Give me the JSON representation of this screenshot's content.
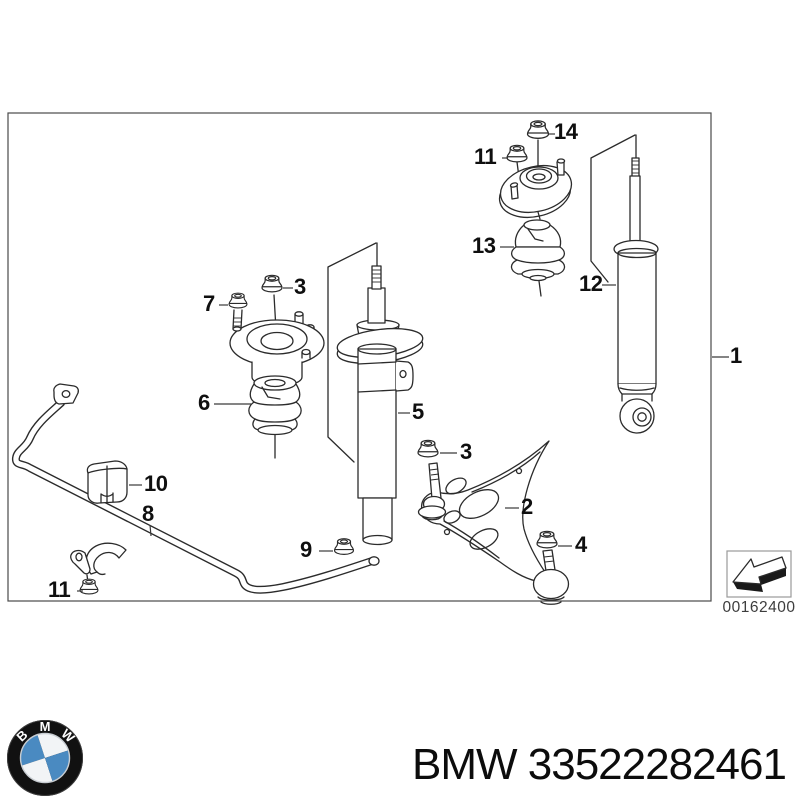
{
  "diagram": {
    "callouts": [
      {
        "id": "1",
        "label": "1"
      },
      {
        "id": "2",
        "label": "2"
      },
      {
        "id": "3-strut-mount",
        "label": "3"
      },
      {
        "id": "3-control-arm",
        "label": "3"
      },
      {
        "id": "4",
        "label": "4"
      },
      {
        "id": "5",
        "label": "5"
      },
      {
        "id": "6",
        "label": "6"
      },
      {
        "id": "7",
        "label": "7"
      },
      {
        "id": "8",
        "label": "8"
      },
      {
        "id": "9",
        "label": "9"
      },
      {
        "id": "10",
        "label": "10"
      },
      {
        "id": "11-clamp",
        "label": "11"
      },
      {
        "id": "11-rear-mount",
        "label": "11"
      },
      {
        "id": "12",
        "label": "12"
      },
      {
        "id": "13",
        "label": "13"
      },
      {
        "id": "14",
        "label": "14"
      }
    ],
    "stamp": {
      "code": "00162400",
      "color": "#3d3d3d"
    },
    "line_color": "#2b2b2b"
  },
  "footer": {
    "caption": "BMW 33522282461",
    "logo": {
      "b": "B",
      "m": "M",
      "w": "W",
      "blue": "#4a8ac1",
      "black": "#111111"
    }
  }
}
